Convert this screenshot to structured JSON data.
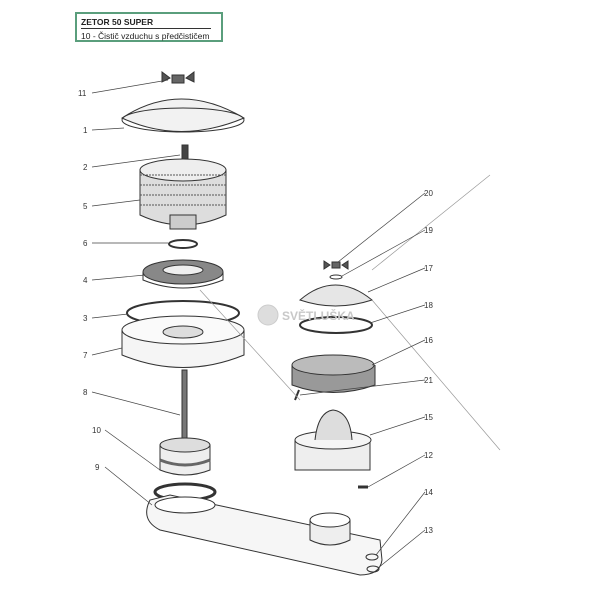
{
  "header": {
    "model": "ZETOR 50 SUPER",
    "subtitle": "10 - Čistič vzduchu s předčističem"
  },
  "watermark": {
    "text": "SVĚTLUŠKA"
  },
  "parts_left": [
    "11",
    "1",
    "2",
    "5",
    "6",
    "4",
    "3",
    "7",
    "8",
    "10",
    "9"
  ],
  "parts_right": [
    "20",
    "19",
    "17",
    "18",
    "16",
    "21",
    "15",
    "12",
    "14",
    "13"
  ]
}
